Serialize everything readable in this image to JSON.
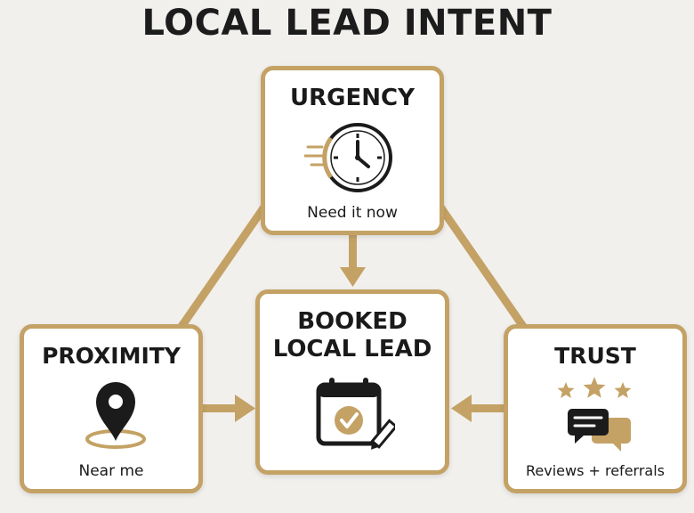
{
  "title": "LOCAL LEAD INTENT",
  "colors": {
    "accent": "#c4a265",
    "dark": "#1b1b1b",
    "background": "#f1f0ed",
    "card": "#ffffff"
  },
  "nodes": {
    "urgency": {
      "title": "URGENCY",
      "subtitle": "Need it now",
      "icon": "clock-icon"
    },
    "booked": {
      "title_line1": "BOOKED",
      "title_line2": "LOCAL LEAD",
      "icon": "calendar-check-icon"
    },
    "proximity": {
      "title": "PROXIMITY",
      "subtitle": "Near me",
      "icon": "map-pin-icon"
    },
    "trust": {
      "title": "TRUST",
      "subtitle": "Reviews + referrals",
      "icon": "stars-chat-icon"
    }
  },
  "edges": [
    {
      "from": "urgency",
      "to": "booked",
      "type": "arrow"
    },
    {
      "from": "proximity",
      "to": "booked",
      "type": "arrow"
    },
    {
      "from": "trust",
      "to": "booked",
      "type": "arrow"
    },
    {
      "from": "urgency",
      "to": "proximity",
      "type": "line"
    },
    {
      "from": "urgency",
      "to": "trust",
      "type": "line"
    }
  ]
}
